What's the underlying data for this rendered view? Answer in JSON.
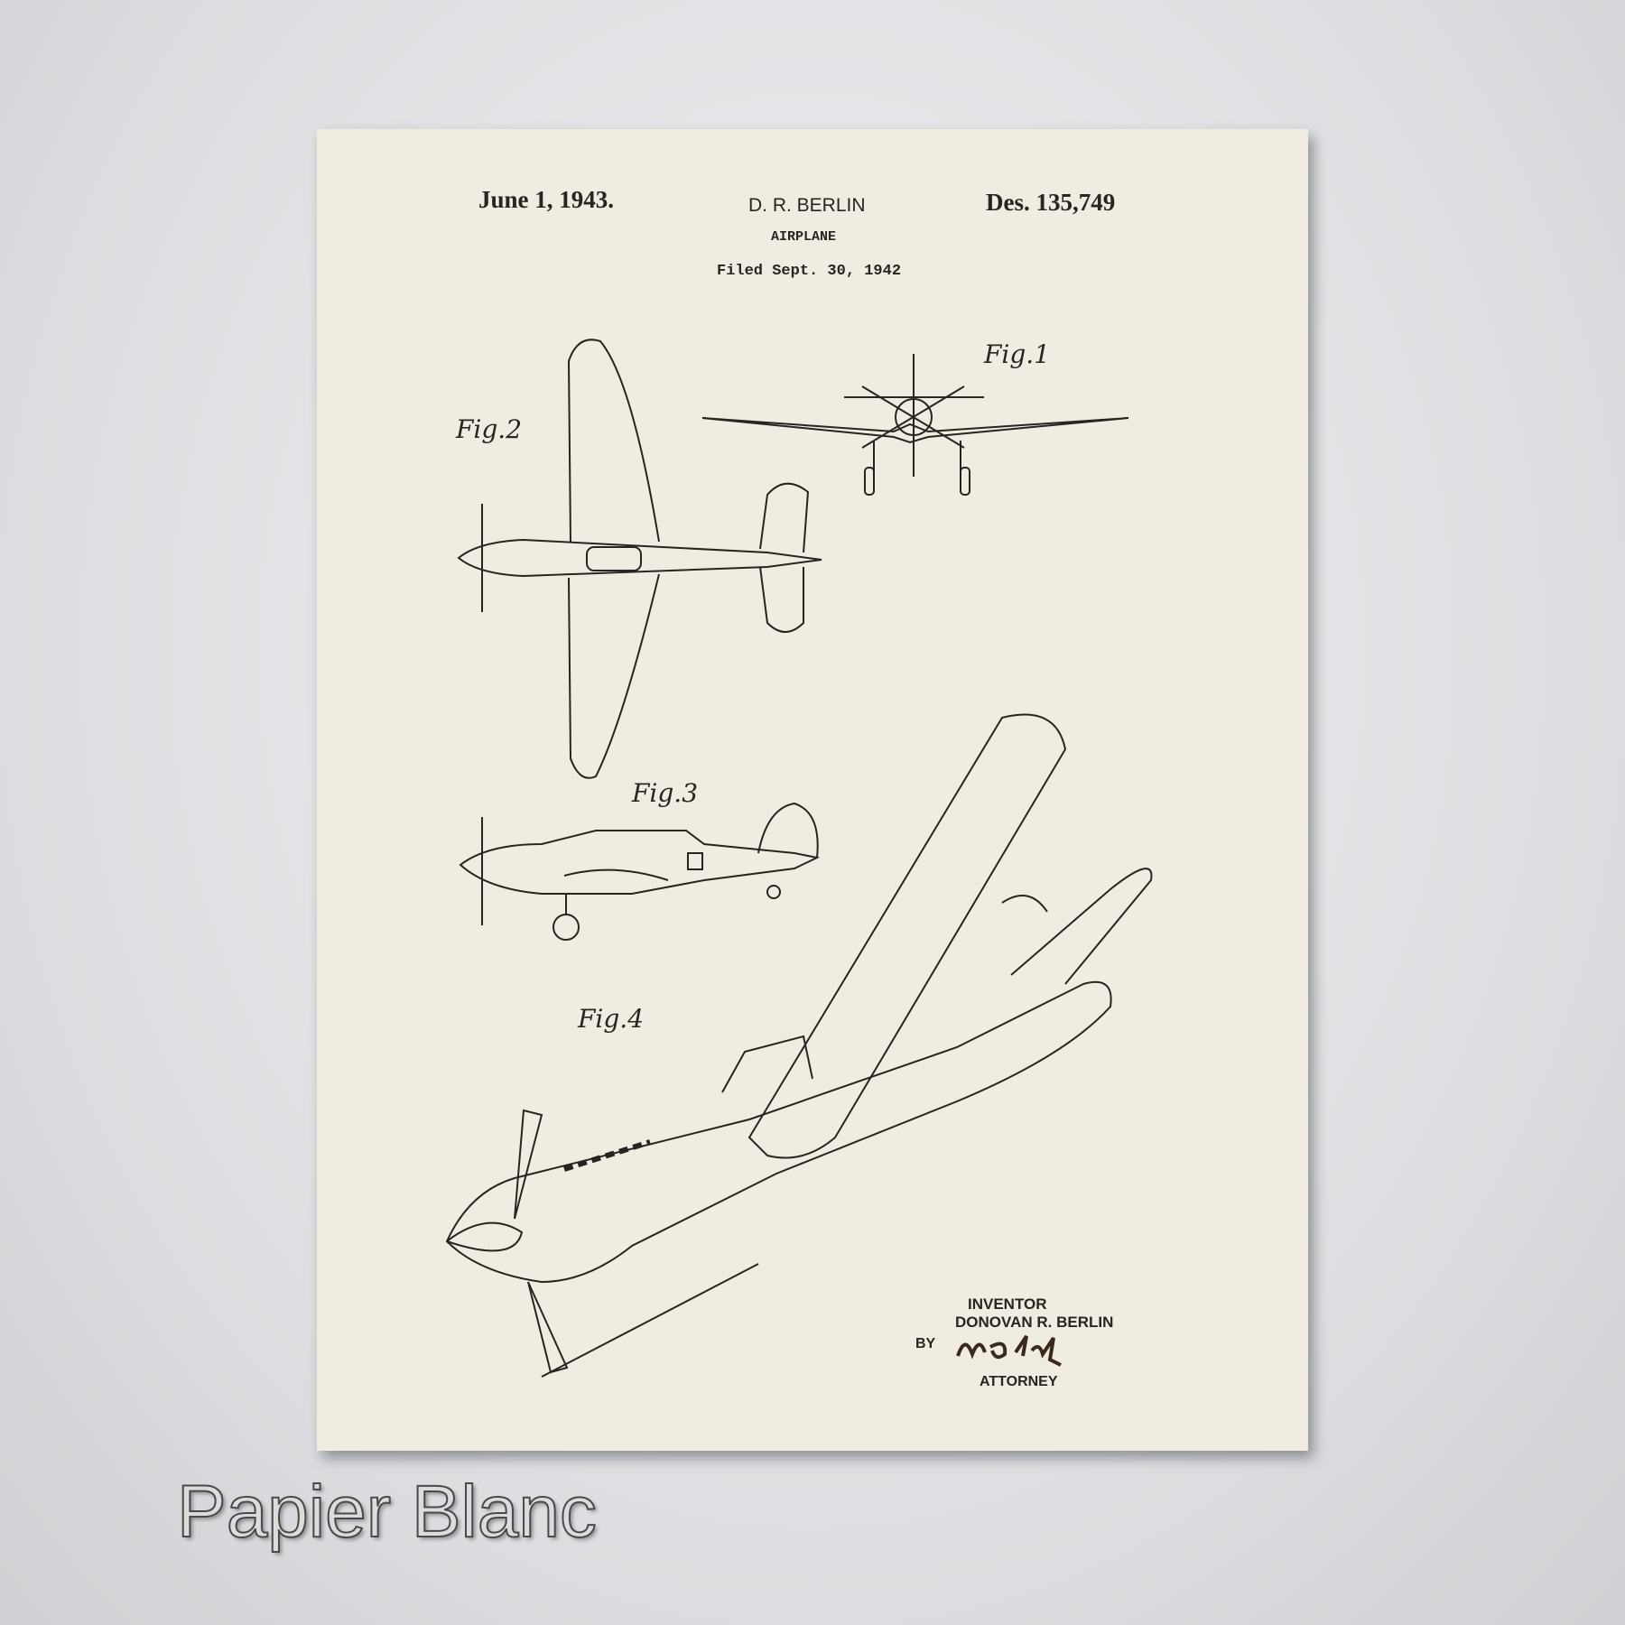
{
  "header": {
    "date": "June 1, 1943.",
    "inventor_name": "D. R. BERLIN",
    "title": "AIRPLANE",
    "filed": "Filed Sept. 30, 1942",
    "patent_number": "Des. 135,749"
  },
  "figures": [
    "Fig.1",
    "Fig.2",
    "Fig.3",
    "Fig.4"
  ],
  "signature_block": {
    "inventor_label": "INVENTOR",
    "inventor_full": "DONOVAN R. BERLIN",
    "by_label": "BY",
    "signature": "W. Stalk",
    "attorney_label": "ATTORNEY"
  },
  "caption": "Papier Blanc",
  "colors": {
    "paper": "#f0ece2",
    "ink": "#2a2320",
    "background": "#dcdde0"
  }
}
